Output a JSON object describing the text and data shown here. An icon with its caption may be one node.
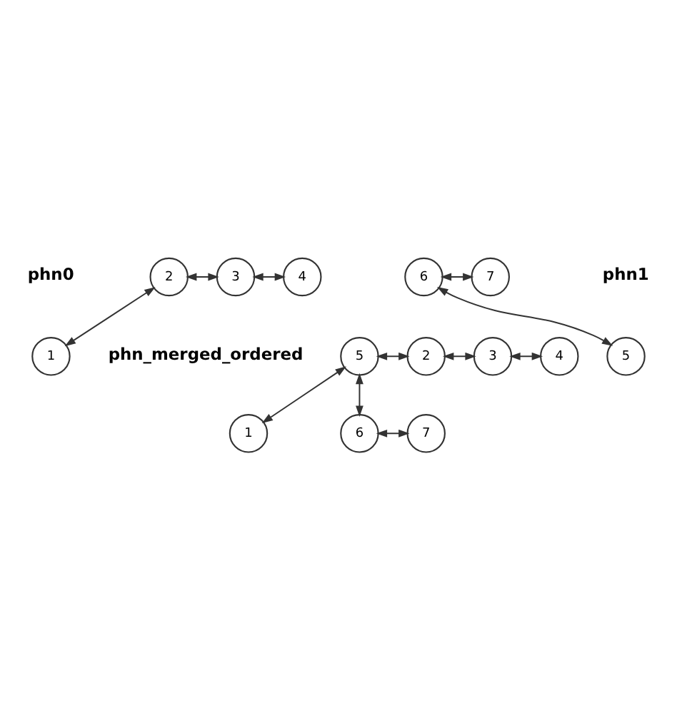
{
  "diagram": {
    "nodes": [
      {
        "text": [
          "1"
        ]
      },
      {
        "text": [
          "2"
        ]
      },
      {
        "text": [
          "3"
        ]
      },
      {
        "text": [
          "4"
        ]
      },
      {
        "text": [
          "5"
        ]
      },
      {
        "text": [
          "6"
        ]
      },
      {
        "text": [
          "7"
        ]
      },
      {
        "text": [
          "1"
        ]
      },
      {
        "text": [
          "5"
        ]
      },
      {
        "text": [
          "2"
        ]
      },
      {
        "text": [
          "3"
        ]
      },
      {
        "text": [
          "4"
        ]
      },
      {
        "text": [
          "6"
        ]
      },
      {
        "text": [
          "7"
        ]
      }
    ],
    "edges": [
      {
        "from": 1,
        "to": 0,
        "arrow": "both"
      },
      {
        "from": 1,
        "to": 2,
        "arrow": "both"
      },
      {
        "from": 2,
        "to": 3,
        "arrow": "both"
      },
      {
        "from": 5,
        "to": 4,
        "arrow": "both"
      },
      {
        "from": 5,
        "to": 6,
        "arrow": "both"
      },
      {
        "from": 8,
        "to": 7,
        "arrow": "both"
      },
      {
        "from": 8,
        "to": 9,
        "arrow": "both"
      },
      {
        "from": 9,
        "to": 10,
        "arrow": "both"
      },
      {
        "from": 10,
        "to": 11,
        "arrow": "both"
      },
      {
        "from": 8,
        "to": 12,
        "arrow": "both"
      },
      {
        "from": 12,
        "to": 13,
        "arrow": "both"
      }
    ],
    "labels": [
      "phn0",
      "phn1",
      "phn_merged_ordered"
    ]
  }
}
